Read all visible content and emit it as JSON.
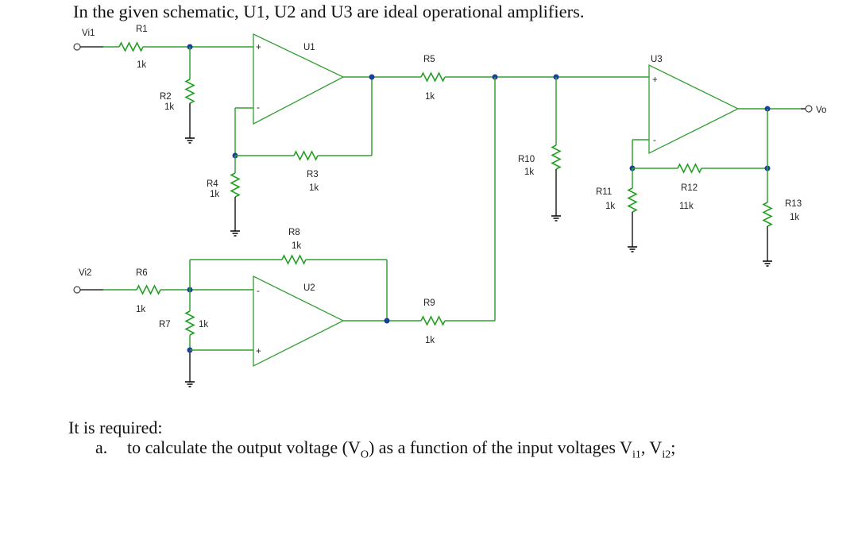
{
  "title": "In the given schematic, U1, U2 and U3 are ideal operational amplifiers.",
  "components": {
    "vi1": "Vi1",
    "vi2": "Vi2",
    "vo": "Vo",
    "r1": {
      "name": "R1",
      "value": "1k"
    },
    "r2": {
      "name": "R2",
      "value": "1k"
    },
    "r3": {
      "name": "R3",
      "value": "1k"
    },
    "r4": {
      "name": "R4",
      "value": "1k"
    },
    "r5": {
      "name": "R5",
      "value": "1k"
    },
    "r6": {
      "name": "R6",
      "value": "1k"
    },
    "r7": {
      "name": "R7",
      "value": "1k"
    },
    "r8": {
      "name": "R8",
      "value": "1k"
    },
    "r9": {
      "name": "R9",
      "value": "1k"
    },
    "r10": {
      "name": "R10",
      "value": "1k"
    },
    "r11": {
      "name": "R11",
      "value": "1k"
    },
    "r12": {
      "name": "R12",
      "value": "11k"
    },
    "r13": {
      "name": "R13",
      "value": "1k"
    },
    "u1": "U1",
    "u2": "U2",
    "u3": "U3",
    "plus": "+",
    "minus": "-"
  },
  "requirement": {
    "intro": "It is required:",
    "item_marker": "a.",
    "item_text_before": "to calculate the output voltage (V",
    "item_sub_o": "O",
    "item_text_mid1": ") as a function of the input voltages V",
    "item_sub_i1": "i1",
    "item_text_mid2": ", V",
    "item_sub_i2": "i2",
    "item_text_end": ";"
  },
  "colors": {
    "wire": "#33a033",
    "junction": "#1a3f9a"
  }
}
